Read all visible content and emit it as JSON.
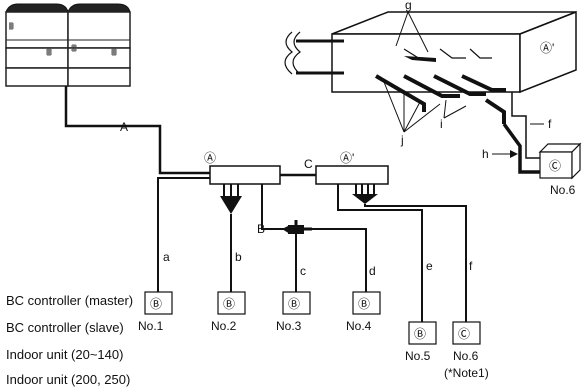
{
  "labels": {
    "pipe_A": "A",
    "pipe_B": "B",
    "pipe_C": "C",
    "a": "a",
    "b": "b",
    "c": "c",
    "d": "d",
    "e": "e",
    "f": "f",
    "f2": "f",
    "g": "g",
    "h": "h",
    "i": "i",
    "j": "j"
  },
  "symbols": {
    "bc_master": "Ⓐ",
    "bc_slave": "Ⓐ'",
    "indoor_small": "Ⓑ",
    "indoor_large": "Ⓒ"
  },
  "units": {
    "no1": "No.1",
    "no2": "No.2",
    "no3": "No.3",
    "no4": "No.4",
    "no5": "No.5",
    "no6": "No.6",
    "no6_main": "No.6",
    "note": "(*Note1)"
  },
  "legend": [
    "BC controller (master)",
    "BC controller (slave)",
    "Indoor unit (20~140)",
    "Indoor unit (200, 250)"
  ]
}
